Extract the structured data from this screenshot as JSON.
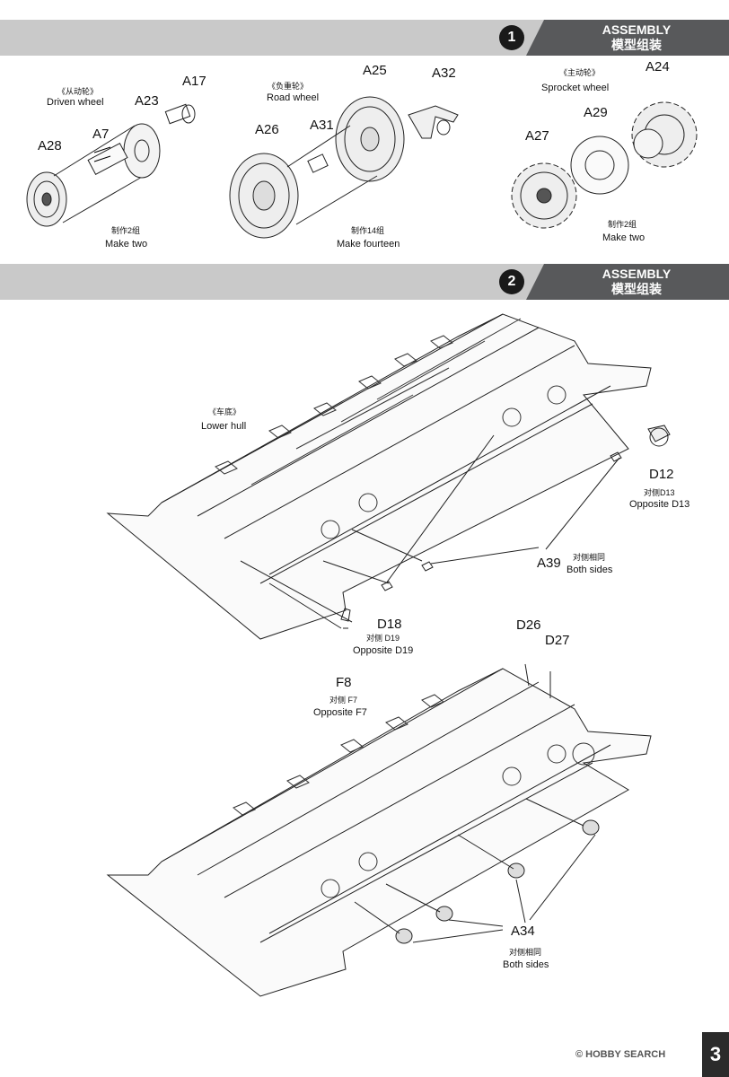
{
  "step1": {
    "number": "1",
    "title_en": "ASSEMBLY",
    "title_cn": "模型组装",
    "driven_wheel": {
      "cn": "《从动轮》",
      "en": "Driven wheel",
      "parts": [
        "A17",
        "A23",
        "A7",
        "A28"
      ],
      "qty_cn": "制作2组",
      "qty_en": "Make two"
    },
    "road_wheel": {
      "cn": "《负重轮》",
      "en": "Road wheel",
      "parts": [
        "A25",
        "A32",
        "A26",
        "A31"
      ],
      "qty_cn": "制作14组",
      "qty_en": "Make fourteen"
    },
    "sprocket_wheel": {
      "cn": "《主动轮》",
      "en": "Sprocket wheel",
      "parts": [
        "A24",
        "A29",
        "A27"
      ],
      "qty_cn": "制作2组",
      "qty_en": "Make two"
    }
  },
  "step2": {
    "number": "2",
    "title_en": "ASSEMBLY",
    "title_cn": "模型组装",
    "lower_hull_cn": "《车底》",
    "lower_hull_en": "Lower hull",
    "d12": {
      "part": "D12",
      "opp_cn": "对侧D13",
      "opp_en": "Opposite D13"
    },
    "a39": {
      "part": "A39",
      "cn": "对侧相同",
      "en": "Both sides"
    },
    "d18": {
      "part": "D18",
      "opp_cn": "对侧  D19",
      "opp_en": "Opposite D19"
    },
    "f8": {
      "part": "F8",
      "opp_cn": "对侧  F7",
      "opp_en": "Opposite F7"
    },
    "d26": "D26",
    "d27": "D27",
    "a34": {
      "part": "A34",
      "cn": "对侧相同",
      "en": "Both sides"
    }
  },
  "footer": {
    "watermark": "© HOBBY SEARCH",
    "page": "3"
  }
}
